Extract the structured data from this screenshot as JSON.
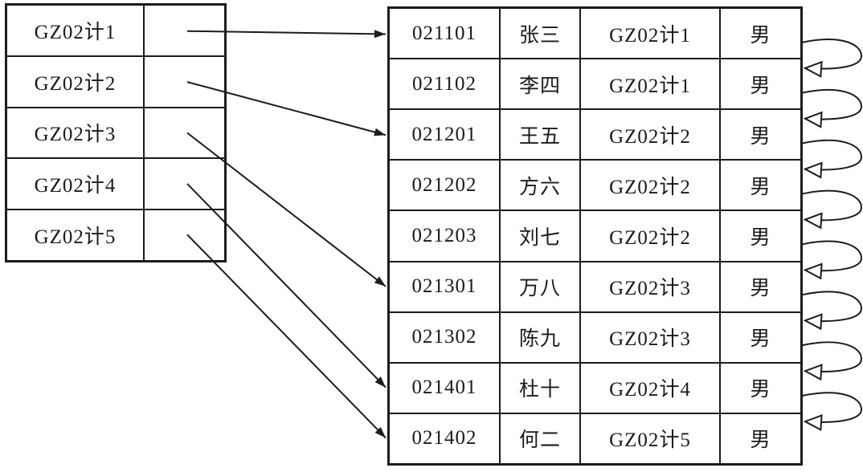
{
  "diagram": {
    "colors": {
      "line": "#1c1c1c",
      "background": "#ffffff",
      "text": "#1a1a1a"
    },
    "class_table": {
      "rows": [
        {
          "class_name": "GZ02计1",
          "pointer": ""
        },
        {
          "class_name": "GZ02计2",
          "pointer": ""
        },
        {
          "class_name": "GZ02计3",
          "pointer": ""
        },
        {
          "class_name": "GZ02计4",
          "pointer": ""
        },
        {
          "class_name": "GZ02计5",
          "pointer": ""
        }
      ]
    },
    "student_table": {
      "rows": [
        {
          "student_id": "021101",
          "name": "张三",
          "class_name": "GZ02计1",
          "gender": "男"
        },
        {
          "student_id": "021102",
          "name": "李四",
          "class_name": "GZ02计1",
          "gender": "男"
        },
        {
          "student_id": "021201",
          "name": "王五",
          "class_name": "GZ02计2",
          "gender": "男"
        },
        {
          "student_id": "021202",
          "name": "方六",
          "class_name": "GZ02计2",
          "gender": "男"
        },
        {
          "student_id": "021203",
          "name": "刘七",
          "class_name": "GZ02计2",
          "gender": "男"
        },
        {
          "student_id": "021301",
          "name": "万八",
          "class_name": "GZ02计3",
          "gender": "男"
        },
        {
          "student_id": "021302",
          "name": "陈九",
          "class_name": "GZ02计3",
          "gender": "男"
        },
        {
          "student_id": "021401",
          "name": "杜十",
          "class_name": "GZ02计4",
          "gender": "男"
        },
        {
          "student_id": "021402",
          "name": "何二",
          "class_name": "GZ02计5",
          "gender": "男"
        }
      ]
    },
    "class_to_student_links": [
      {
        "from_class": "GZ02计1",
        "to_student_id": "021101",
        "from_index": 0,
        "to_index": 0
      },
      {
        "from_class": "GZ02计2",
        "to_student_id": "021201",
        "from_index": 1,
        "to_index": 2
      },
      {
        "from_class": "GZ02计3",
        "to_student_id": "021301",
        "from_index": 2,
        "to_index": 5
      },
      {
        "from_class": "GZ02计4",
        "to_student_id": "021401",
        "from_index": 3,
        "to_index": 7
      },
      {
        "from_class": "GZ02计5",
        "to_student_id": "021402",
        "from_index": 4,
        "to_index": 8
      }
    ],
    "next_record_loops": [
      {
        "from_index": 0,
        "to_index": 1
      },
      {
        "from_index": 1,
        "to_index": 2
      },
      {
        "from_index": 2,
        "to_index": 3
      },
      {
        "from_index": 3,
        "to_index": 4
      },
      {
        "from_index": 4,
        "to_index": 5
      },
      {
        "from_index": 5,
        "to_index": 6
      },
      {
        "from_index": 6,
        "to_index": 7
      },
      {
        "from_index": 7,
        "to_index": 8
      }
    ]
  }
}
